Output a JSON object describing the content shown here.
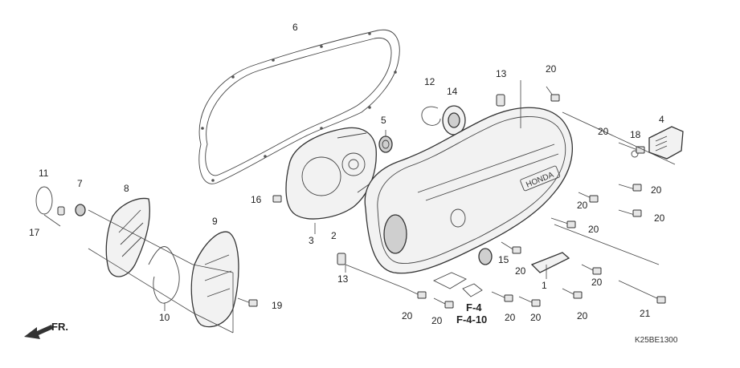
{
  "diagram": {
    "callouts": [
      {
        "id": "c6",
        "text": "6"
      },
      {
        "id": "c5",
        "text": "5"
      },
      {
        "id": "c12",
        "text": "12"
      },
      {
        "id": "c14",
        "text": "14"
      },
      {
        "id": "c13a",
        "text": "13"
      },
      {
        "id": "c20a",
        "text": "20"
      },
      {
        "id": "c4",
        "text": "4"
      },
      {
        "id": "c18",
        "text": "18"
      },
      {
        "id": "c20b",
        "text": "20"
      },
      {
        "id": "c11",
        "text": "11"
      },
      {
        "id": "c7",
        "text": "7"
      },
      {
        "id": "c8",
        "text": "8"
      },
      {
        "id": "c17",
        "text": "17"
      },
      {
        "id": "c16",
        "text": "16"
      },
      {
        "id": "c20c",
        "text": "20"
      },
      {
        "id": "c20d",
        "text": "20"
      },
      {
        "id": "c20e",
        "text": "20"
      },
      {
        "id": "c20f",
        "text": "20"
      },
      {
        "id": "c9",
        "text": "9"
      },
      {
        "id": "c3",
        "text": "3"
      },
      {
        "id": "c2",
        "text": "2"
      },
      {
        "id": "c15",
        "text": "15"
      },
      {
        "id": "c13b",
        "text": "13"
      },
      {
        "id": "c20g",
        "text": "20"
      },
      {
        "id": "c1",
        "text": "1"
      },
      {
        "id": "c20h",
        "text": "20"
      },
      {
        "id": "c19",
        "text": "19"
      },
      {
        "id": "c10",
        "text": "10"
      },
      {
        "id": "c20i",
        "text": "20"
      },
      {
        "id": "c20j",
        "text": "20"
      },
      {
        "id": "c20k",
        "text": "20"
      },
      {
        "id": "c20l",
        "text": "20"
      },
      {
        "id": "c20m",
        "text": "20"
      },
      {
        "id": "c21",
        "text": "21"
      }
    ],
    "refs": {
      "f4": "F-4",
      "f410": "F-4-10"
    },
    "direction_label": "FR.",
    "brand_text": "HONDA",
    "drawing_code": "K25BE1300"
  }
}
